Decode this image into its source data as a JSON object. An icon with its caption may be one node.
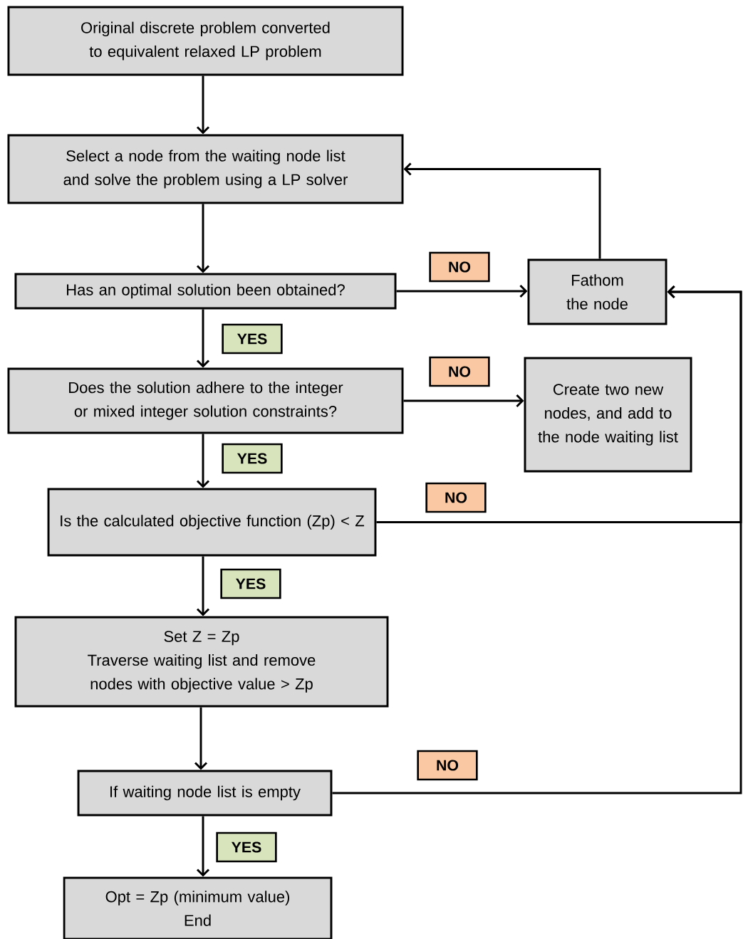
{
  "diagram": {
    "nodes": [
      {
        "text": [
          "Original discrete problem converted to equivalent relaxed LP problem"
        ]
      },
      {
        "text": [
          "Select a node from the waiting node list and solve the problem using a LP solver"
        ]
      },
      {
        "text": [
          "Has an optimal solution been obtained?"
        ]
      },
      {
        "text": [
          "Fathom the node"
        ]
      },
      {
        "text": [
          "Does the solution adhere to the integer or mixed integer solution constraints?"
        ]
      },
      {
        "text": [
          "Create two new nodes, and add to the node waiting list"
        ]
      },
      {
        "text": [
          "Is the calculated objective function (Zp) < Z"
        ]
      },
      {
        "text": [
          "Set Z = Zp",
          "Traverse waiting list and remove nodes with objective value > Zp"
        ]
      },
      {
        "text": [
          "If waiting node list is empty"
        ]
      },
      {
        "text": [
          "Opt = Zp (minimum value)",
          "End"
        ]
      }
    ],
    "edges": [
      {
        "from": 0,
        "to": 1,
        "arrow": "to"
      },
      {
        "from": 1,
        "to": 2,
        "arrow": "to"
      },
      {
        "from": 2,
        "to": 3,
        "arrow": "to",
        "label": "NO"
      },
      {
        "from": 3,
        "to": 1,
        "arrow": "to"
      },
      {
        "from": 2,
        "to": 4,
        "arrow": "to",
        "label": "YES"
      },
      {
        "from": 4,
        "to": 5,
        "arrow": "to",
        "label": "NO"
      },
      {
        "from": 4,
        "to": 6,
        "arrow": "to",
        "label": "YES"
      },
      {
        "from": 6,
        "to": 3,
        "arrow": "to",
        "label": "NO"
      },
      {
        "from": 6,
        "to": 7,
        "arrow": "to",
        "label": "YES"
      },
      {
        "from": 7,
        "to": 8,
        "arrow": "to"
      },
      {
        "from": 8,
        "to": 3,
        "arrow": "to",
        "label": "NO"
      },
      {
        "from": 8,
        "to": 9,
        "arrow": "to",
        "label": "YES"
      }
    ]
  }
}
